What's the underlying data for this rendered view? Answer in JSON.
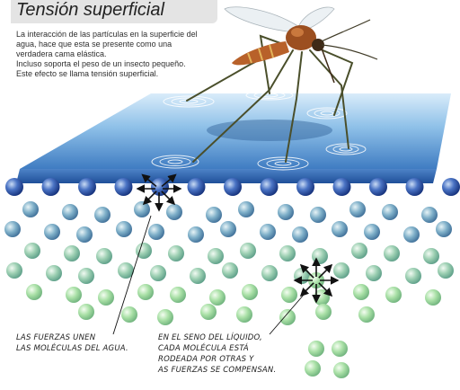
{
  "title": "Tensión superficial",
  "intro": [
    "La interacción de las partículas en la superficie del",
    "agua, hace que esta se presente como una",
    "verdadera cama elástica.",
    "Incluso soporta el peso de un insecto pequeño.",
    "Este efecto se llama tensión superficial."
  ],
  "caption_left": [
    "LAS FUERZAS UNEN",
    "LAS MOLÉCULAS DEL AGUA."
  ],
  "caption_right": [
    "EN EL SENO DEL LÍQUIDO,",
    "CADA MOLÉCULA ESTÁ",
    "RODEADA POR OTRAS Y",
    "AS FUERZAS SE COMPENSAN."
  ],
  "colors": {
    "surface_top": "#7fb3df",
    "surface_front": "#2f62a8",
    "surface_molecule": "#1e3f8c",
    "bulk_molecule_blue": "#5a8fb5",
    "bulk_molecule_green": "#8ccf9e",
    "mosquito_body": "#b8612a",
    "mosquito_stripe": "#e3b45a",
    "arrow": "#111111"
  }
}
